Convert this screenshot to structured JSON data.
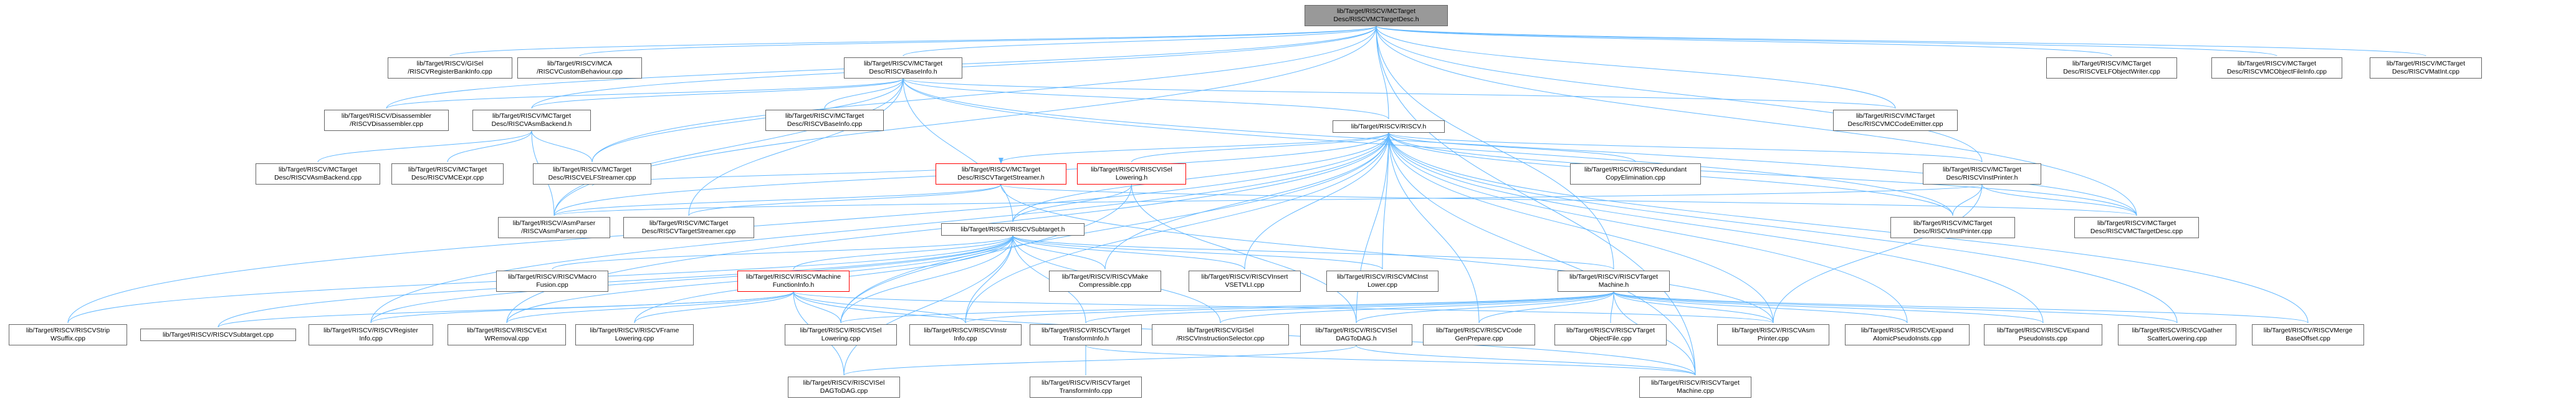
{
  "colors": {
    "edge": "#63b8ff",
    "node_border": "#666666",
    "root_fill": "#999999",
    "highlight_border": "#ff0000"
  },
  "nodes": [
    {
      "id": "root",
      "kind": "root",
      "lines": [
        "lib/Target/RISCV/MCTarget",
        "Desc/RISCVMCTargetDesc.h"
      ]
    },
    {
      "id": "gisel_regbank",
      "lines": [
        "lib/Target/RISCV/GISel",
        "/RISCVRegisterBankInfo.cpp"
      ]
    },
    {
      "id": "mca",
      "lines": [
        "lib/Target/RISCV/MCA",
        "/RISCVCustomBehaviour.cpp"
      ]
    },
    {
      "id": "baseinfo_h",
      "lines": [
        "lib/Target/RISCV/MCTarget",
        "Desc/RISCVBaseInfo.h"
      ]
    },
    {
      "id": "elfobjwriter",
      "lines": [
        "lib/Target/RISCV/MCTarget",
        "Desc/RISCVELFObjectWriter.cpp"
      ]
    },
    {
      "id": "mcobjfileinfo",
      "lines": [
        "lib/Target/RISCV/MCTarget",
        "Desc/RISCVMCObjectFileInfo.cpp"
      ]
    },
    {
      "id": "matint",
      "lines": [
        "lib/Target/RISCV/MCTarget",
        "Desc/RISCVMatInt.cpp"
      ]
    },
    {
      "id": "disasm",
      "lines": [
        "lib/Target/RISCV/Disassembler",
        "/RISCVDisassembler.cpp"
      ]
    },
    {
      "id": "asmbackend_h",
      "lines": [
        "lib/Target/RISCV/MCTarget",
        "Desc/RISCVAsmBackend.h"
      ]
    },
    {
      "id": "baseinfo_cpp",
      "lines": [
        "lib/Target/RISCV/MCTarget",
        "Desc/RISCVBaseInfo.cpp"
      ]
    },
    {
      "id": "riscv_h",
      "lines": [
        "lib/Target/RISCV/RISCV.h"
      ]
    },
    {
      "id": "codeemitter",
      "lines": [
        "lib/Target/RISCV/MCTarget",
        "Desc/RISCVMCCodeEmitter.cpp"
      ]
    },
    {
      "id": "asmbackend_cpp",
      "lines": [
        "lib/Target/RISCV/MCTarget",
        "Desc/RISCVAsmBackend.cpp"
      ]
    },
    {
      "id": "mcexpr",
      "lines": [
        "lib/Target/RISCV/MCTarget",
        "Desc/RISCVMCExpr.cpp"
      ]
    },
    {
      "id": "elfstreamer",
      "lines": [
        "lib/Target/RISCV/MCTarget",
        "Desc/RISCVELFStreamer.cpp"
      ]
    },
    {
      "id": "targetstreamer_h",
      "kind": "highlight",
      "lines": [
        "lib/Target/RISCV/MCTarget",
        "Desc/RISCVTargetStreamer.h"
      ]
    },
    {
      "id": "isellowering_h",
      "kind": "highlight",
      "lines": [
        "lib/Target/RISCV/RISCVISel",
        "Lowering.h"
      ]
    },
    {
      "id": "redundantcopy",
      "lines": [
        "lib/Target/RISCV/RISCVRedundant",
        "CopyElimination.cpp"
      ]
    },
    {
      "id": "instprinter_h",
      "lines": [
        "lib/Target/RISCV/MCTarget",
        "Desc/RISCVInstPrinter.h"
      ]
    },
    {
      "id": "asmparser",
      "lines": [
        "lib/Target/RISCV/AsmParser",
        "/RISCVAsmParser.cpp"
      ]
    },
    {
      "id": "targetstreamer_cpp",
      "lines": [
        "lib/Target/RISCV/MCTarget",
        "Desc/RISCVTargetStreamer.cpp"
      ]
    },
    {
      "id": "subtarget_h",
      "lines": [
        "lib/Target/RISCV/RISCVSubtarget.h"
      ]
    },
    {
      "id": "instprinter_cpp",
      "lines": [
        "lib/Target/RISCV/MCTarget",
        "Desc/RISCVInstPrinter.cpp"
      ]
    },
    {
      "id": "mctargetdesc_cpp",
      "lines": [
        "lib/Target/RISCV/MCTarget",
        "Desc/RISCVMCTargetDesc.cpp"
      ]
    },
    {
      "id": "macrofusion",
      "lines": [
        "lib/Target/RISCV/RISCVMacro",
        "Fusion.cpp"
      ]
    },
    {
      "id": "mfi_h",
      "kind": "highlight",
      "lines": [
        "lib/Target/RISCV/RISCVMachine",
        "FunctionInfo.h"
      ]
    },
    {
      "id": "makecompressible",
      "lines": [
        "lib/Target/RISCV/RISCVMake",
        "Compressible.cpp"
      ]
    },
    {
      "id": "insertvsetvli",
      "lines": [
        "lib/Target/RISCV/RISCVInsert",
        "VSETVLI.cpp"
      ]
    },
    {
      "id": "mcinstlower",
      "lines": [
        "lib/Target/RISCV/RISCVMCInst",
        "Lower.cpp"
      ]
    },
    {
      "id": "targetmachine_h",
      "lines": [
        "lib/Target/RISCV/RISCVTarget",
        "Machine.h"
      ]
    },
    {
      "id": "stripwsuffix",
      "lines": [
        "lib/Target/RISCV/RISCVStrip",
        "WSuffix.cpp"
      ]
    },
    {
      "id": "subtarget_cpp",
      "lines": [
        "lib/Target/RISCV/RISCVSubtarget.cpp"
      ]
    },
    {
      "id": "registerinfo",
      "lines": [
        "lib/Target/RISCV/RISCVRegister",
        "Info.cpp"
      ]
    },
    {
      "id": "extwremoval",
      "lines": [
        "lib/Target/RISCV/RISCVExt",
        "WRemoval.cpp"
      ]
    },
    {
      "id": "framelowering",
      "lines": [
        "lib/Target/RISCV/RISCVFrame",
        "Lowering.cpp"
      ]
    },
    {
      "id": "isellowering_cpp",
      "lines": [
        "lib/Target/RISCV/RISCVISel",
        "Lowering.cpp"
      ]
    },
    {
      "id": "instrinfo",
      "lines": [
        "lib/Target/RISCV/RISCVInstr",
        "Info.cpp"
      ]
    },
    {
      "id": "tti_h",
      "lines": [
        "lib/Target/RISCV/RISCVTarget",
        "TransformInfo.h"
      ]
    },
    {
      "id": "gisel_instsel",
      "lines": [
        "lib/Target/RISCV/GISel",
        "/RISCVInstructionSelector.cpp"
      ]
    },
    {
      "id": "dagtodag_h",
      "lines": [
        "lib/Target/RISCV/RISCVISel",
        "DAGToDAG.h"
      ]
    },
    {
      "id": "codegenprepare",
      "lines": [
        "lib/Target/RISCV/RISCVCode",
        "GenPrepare.cpp"
      ]
    },
    {
      "id": "targetobjfile",
      "lines": [
        "lib/Target/RISCV/RISCVTarget",
        "ObjectFile.cpp"
      ]
    },
    {
      "id": "asmprinter",
      "lines": [
        "lib/Target/RISCV/RISCVAsm",
        "Printer.cpp"
      ]
    },
    {
      "id": "expandatomic",
      "lines": [
        "lib/Target/RISCV/RISCVExpand",
        "AtomicPseudoInsts.cpp"
      ]
    },
    {
      "id": "expandpseudo",
      "lines": [
        "lib/Target/RISCV/RISCVExpand",
        "PseudoInsts.cpp"
      ]
    },
    {
      "id": "gatherscatter",
      "lines": [
        "lib/Target/RISCV/RISCVGather",
        "ScatterLowering.cpp"
      ]
    },
    {
      "id": "mergebaseoffset",
      "lines": [
        "lib/Target/RISCV/RISCVMerge",
        "BaseOffset.cpp"
      ]
    },
    {
      "id": "dagtodag_cpp",
      "lines": [
        "lib/Target/RISCV/RISCVISel",
        "DAGToDAG.cpp"
      ]
    },
    {
      "id": "tti_cpp",
      "lines": [
        "lib/Target/RISCV/RISCVTarget",
        "TransformInfo.cpp"
      ]
    },
    {
      "id": "targetmachine_cpp",
      "lines": [
        "lib/Target/RISCV/RISCVTarget",
        "Machine.cpp"
      ]
    }
  ]
}
